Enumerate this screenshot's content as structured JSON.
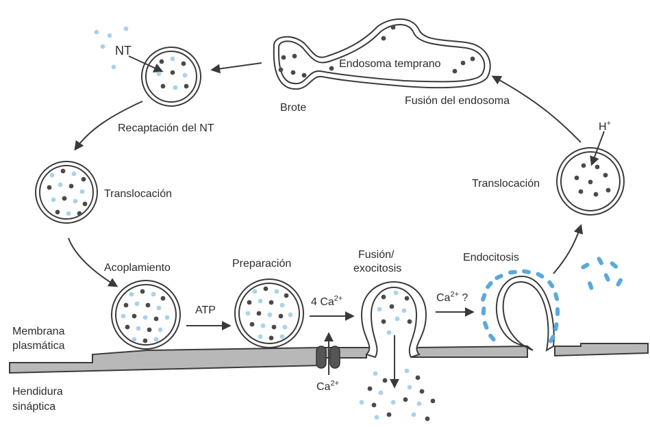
{
  "labels": {
    "nt": "NT",
    "recaptacion": "Recaptación del NT",
    "brote": "Brote",
    "endosoma_temprano": "Endosoma temprano",
    "fusion_endosoma": "Fusión del endosoma",
    "h_plus_base": "H",
    "h_plus_sup": "+",
    "translocacion_left": "Translocación",
    "translocacion_right": "Translocación",
    "acoplamiento": "Acoplamiento",
    "preparacion": "Preparación",
    "atp": "ATP",
    "fusion_exocitosis_1": "Fusión/",
    "fusion_exocitosis_2": "exocitosis",
    "four_ca_base": "4 Ca",
    "four_ca_sup": "2+",
    "ca_q_base": "Ca",
    "ca_q_sup": "2+",
    "ca_q_tail": " ?",
    "ca_channel_base": "Ca",
    "ca_channel_sup": "2+",
    "endocitosis": "Endocitosis",
    "membrana_1": "Membrana",
    "membrana_2": "plasmática",
    "hendidura_1": "Hendidura",
    "hendidura_2": "sináptica"
  },
  "colors": {
    "outline": "#3a3a3a",
    "membrane_fill": "#b8b8b8",
    "dark_dot": "#4a4a4a",
    "blue_dot": "#a9d2ec",
    "clathrin": "#5ba8dd",
    "arrow": "#3a3a3a"
  }
}
